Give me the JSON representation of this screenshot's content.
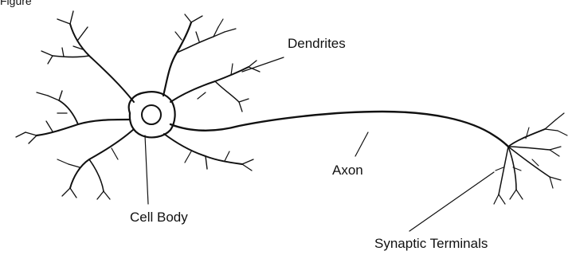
{
  "labels": {
    "dendrites": "Dendrites",
    "axon": "Axon",
    "cell_body": "Cell Body",
    "synaptic_terminals": "Synaptic Terminals"
  },
  "cropped_top_text": "Figure"
}
